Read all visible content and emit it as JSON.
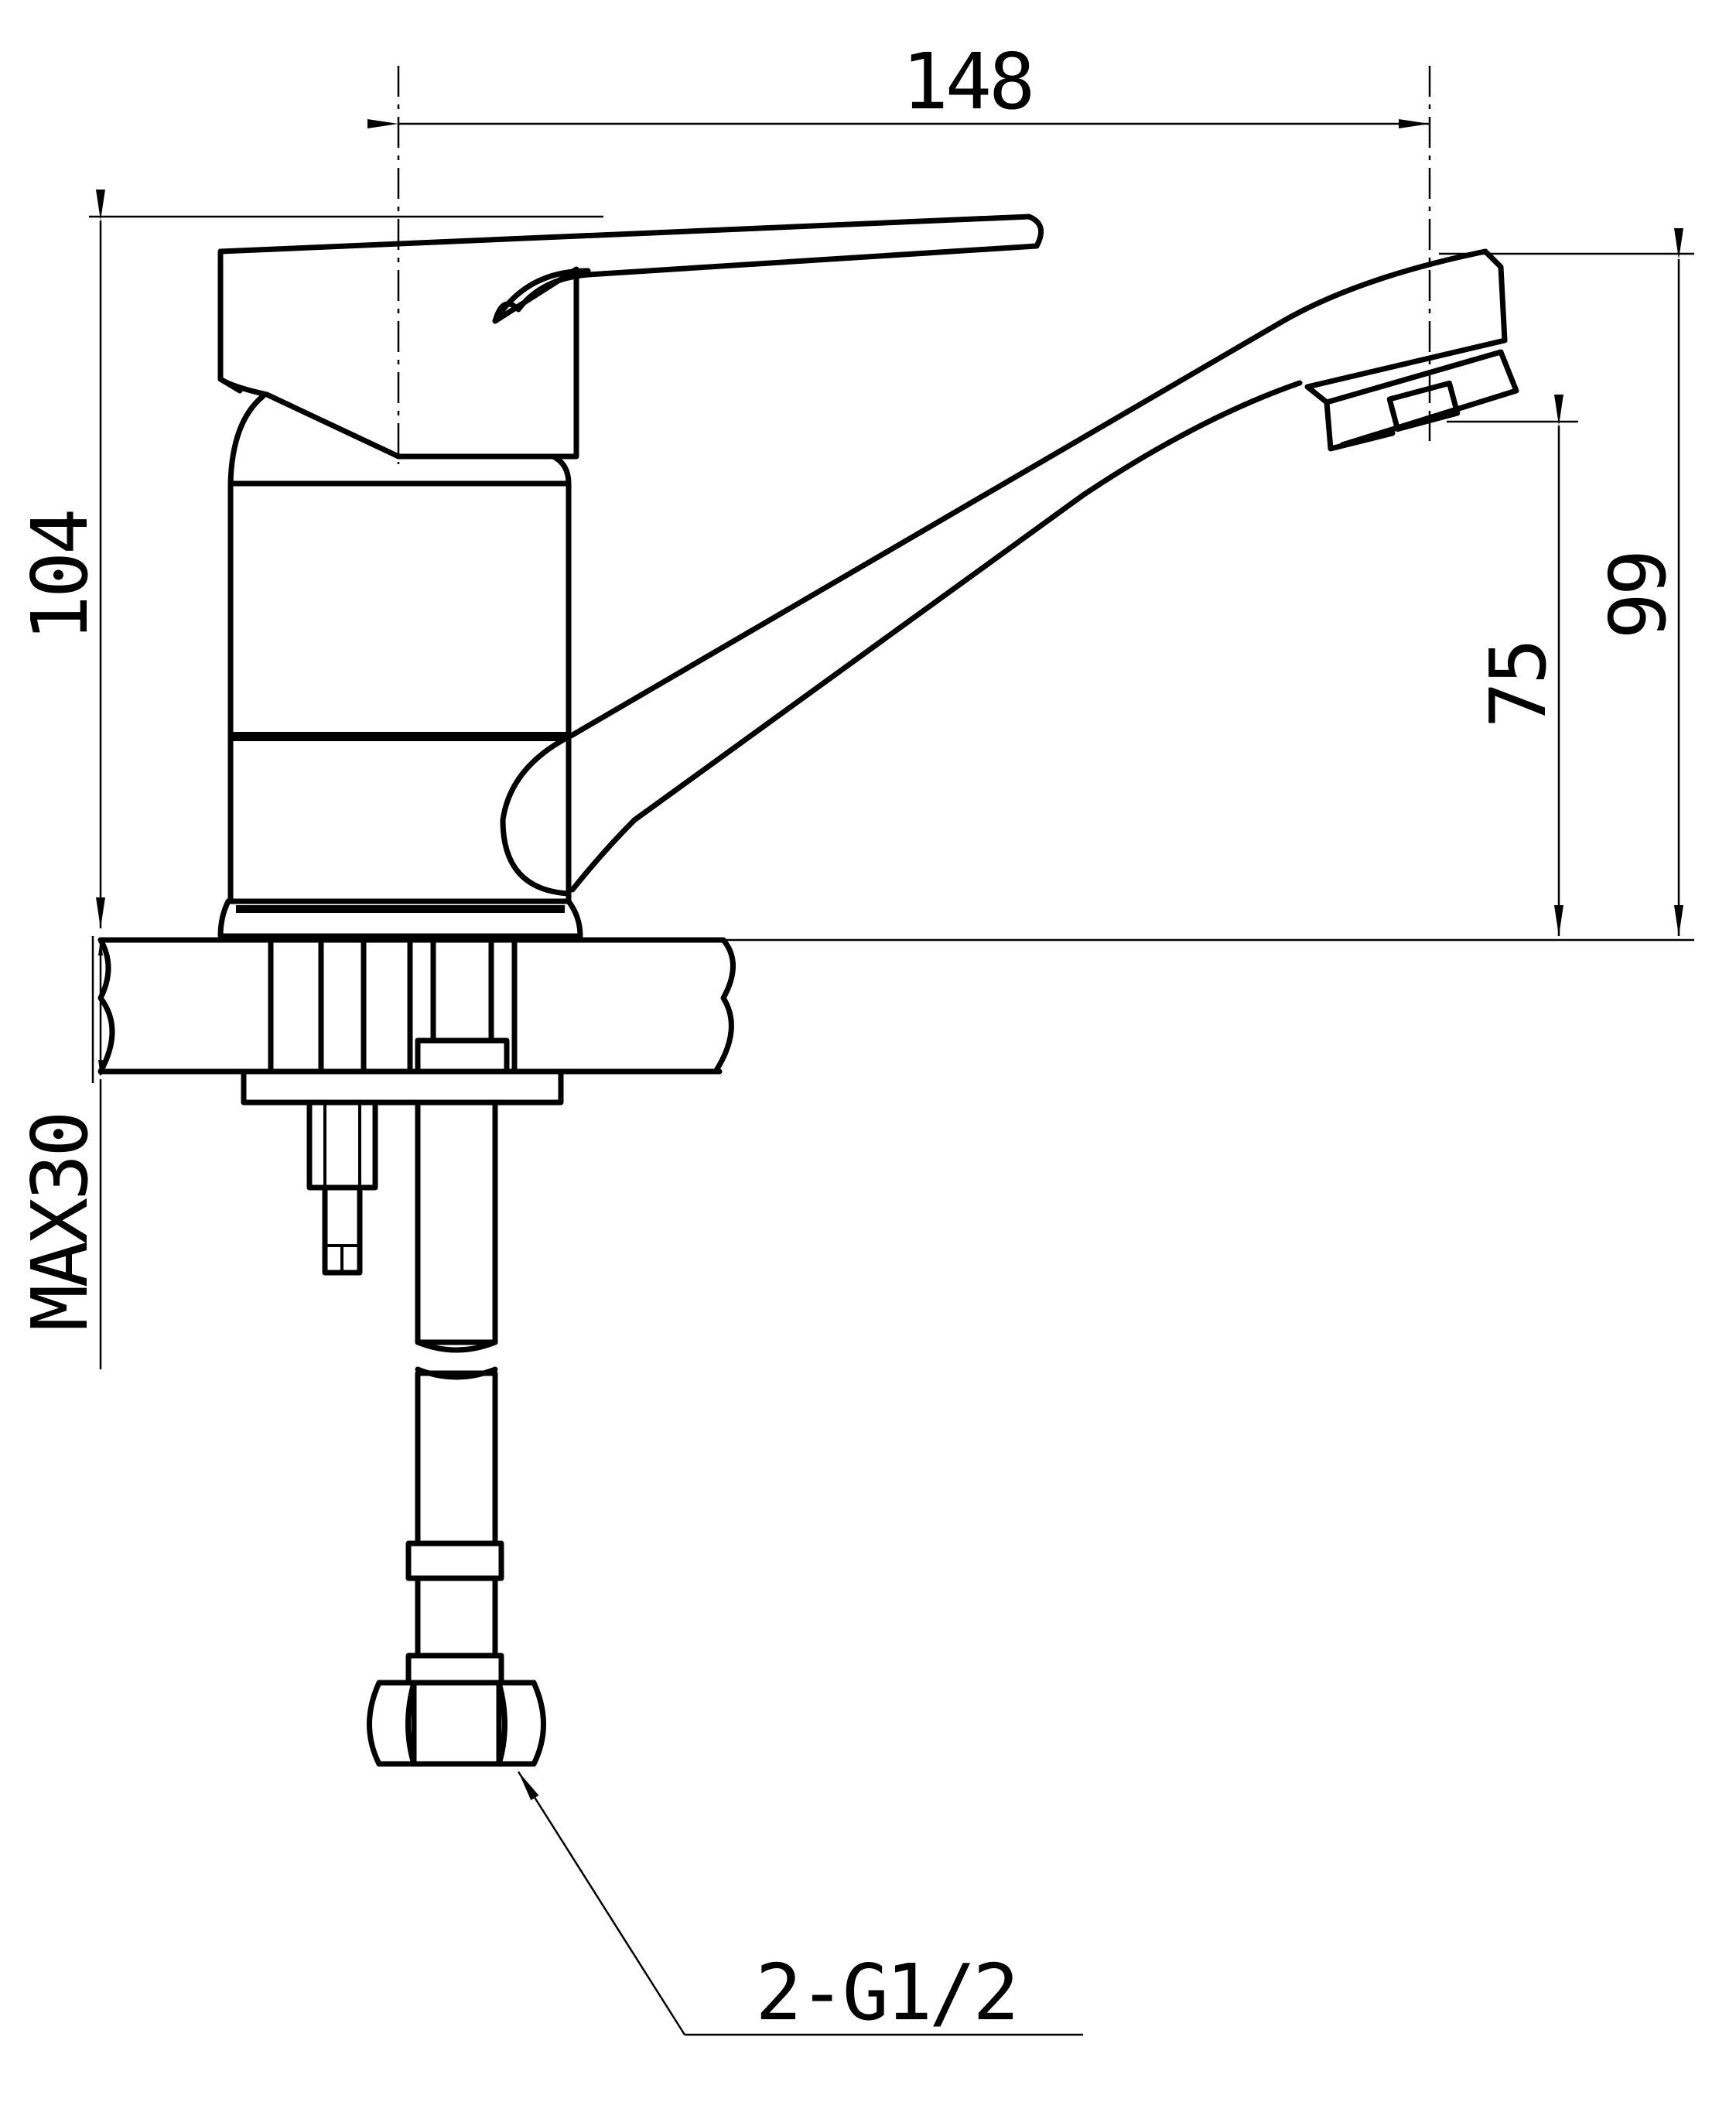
{
  "dimensions": {
    "width_top": "148",
    "height_total": "104",
    "height_spout_outlet": "75",
    "height_spout_top": "99",
    "max_counter_thickness": "MAX30",
    "connection": "2-G1/2"
  },
  "colors": {
    "line": "#000000",
    "background": "#ffffff"
  }
}
